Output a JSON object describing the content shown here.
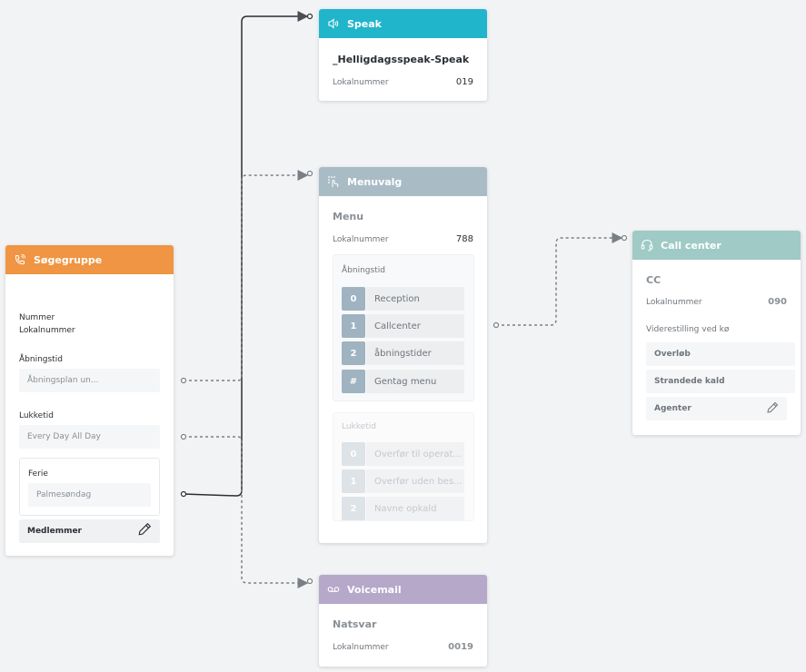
{
  "colors": {
    "speak": "#21b5cc",
    "menu": "#a9bcc6",
    "callcenter": "#9fcac5",
    "voicemail": "#b5a8c9",
    "soegegruppe": "#ef9543"
  },
  "speak": {
    "header": "Speak",
    "name": "_Helligdagsspeak-Speak",
    "lokal_label": "Lokalnummer",
    "lokal_value": "019",
    "icon": "speaker-icon"
  },
  "menu": {
    "header": "Menuvalg",
    "name": "Menu",
    "lokal_label": "Lokalnummer",
    "lokal_value": "788",
    "icon": "touch-dialpad-icon",
    "open": {
      "label": "Åbningstid",
      "options": [
        {
          "key": "0",
          "label": "Reception"
        },
        {
          "key": "1",
          "label": "Callcenter"
        },
        {
          "key": "2",
          "label": "åbningstider"
        },
        {
          "key": "#",
          "label": "Gentag menu"
        }
      ]
    },
    "closed": {
      "label": "Lukketid",
      "options": [
        {
          "key": "0",
          "label": "Overfør til operat..."
        },
        {
          "key": "1",
          "label": "Overfør uden bes..."
        },
        {
          "key": "2",
          "label": "Navne opkald"
        }
      ]
    }
  },
  "callcenter": {
    "header": "Call center",
    "name": "CC",
    "lokal_label": "Lokalnummer",
    "lokal_value": "090",
    "queue_label": "Viderestilling ved kø",
    "buttons": [
      "Overløb",
      "Strandede kald",
      "Agenter"
    ],
    "icon": "headset-icon"
  },
  "voicemail": {
    "header": "Voicemail",
    "name": "Natsvar",
    "lokal_label": "Lokalnummer",
    "lokal_value": "0019",
    "icon": "voicemail-icon"
  },
  "soegegruppe": {
    "header": "Søgegruppe",
    "nummer_label": "Nummer",
    "lokal_label": "Lokalnummer",
    "open_label": "Åbningstid",
    "open_value": "Åbningsplan un...",
    "closed_label": "Lukketid",
    "closed_value": "Every Day All Day",
    "holiday_label": "Ferie",
    "holiday_value": "Palmesøndag",
    "members_label": "Medlemmer",
    "icon": "phone-ringing-icon"
  }
}
